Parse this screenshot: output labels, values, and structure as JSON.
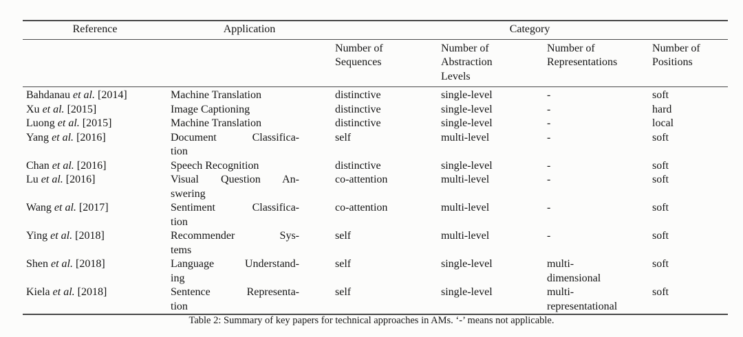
{
  "table": {
    "columns": {
      "reference": "Reference",
      "application": "Application",
      "category": "Category",
      "category_subcolumns": [
        "Number of\nSequences",
        "Number of\nAbstraction\nLevels",
        "Number of\nRepresentations",
        "Number of\nPositions"
      ]
    },
    "rows": [
      {
        "author": "Bahdanau",
        "etal": "et al.",
        "cite": "[2014]",
        "application": "Machine Translation",
        "num_sequences": "distinctive",
        "num_abstraction_levels": "single-level",
        "num_representations": "-",
        "num_positions": "soft"
      },
      {
        "author": "Xu",
        "etal": "et al.",
        "cite": "[2015]",
        "application": "Image Captioning",
        "num_sequences": "distinctive",
        "num_abstraction_levels": "single-level",
        "num_representations": "-",
        "num_positions": "hard"
      },
      {
        "author": "Luong",
        "etal": "et al.",
        "cite": "[2015]",
        "application": "Machine Translation",
        "num_sequences": "distinctive",
        "num_abstraction_levels": "single-level",
        "num_representations": "-",
        "num_positions": "local"
      },
      {
        "author": "Yang",
        "etal": "et al.",
        "cite": "[2016]",
        "application": "Document Classifica-\ntion",
        "num_sequences": "self",
        "num_abstraction_levels": "multi-level",
        "num_representations": "-",
        "num_positions": "soft"
      },
      {
        "author": "Chan",
        "etal": "et al.",
        "cite": "[2016]",
        "application": "Speech Recognition",
        "num_sequences": "distinctive",
        "num_abstraction_levels": "single-level",
        "num_representations": "-",
        "num_positions": "soft"
      },
      {
        "author": "Lu",
        "etal": "et al.",
        "cite": "[2016]",
        "application": "Visual Question An-\nswering",
        "num_sequences": "co-attention",
        "num_abstraction_levels": "multi-level",
        "num_representations": "-",
        "num_positions": "soft"
      },
      {
        "author": "Wang",
        "etal": "et al.",
        "cite": "[2017]",
        "application": "Sentiment Classifica-\ntion",
        "num_sequences": "co-attention",
        "num_abstraction_levels": "multi-level",
        "num_representations": "-",
        "num_positions": "soft"
      },
      {
        "author": "Ying",
        "etal": "et al.",
        "cite": "[2018]",
        "application": "Recommender Sys-\ntems",
        "num_sequences": "self",
        "num_abstraction_levels": "multi-level",
        "num_representations": "-",
        "num_positions": "soft"
      },
      {
        "author": "Shen",
        "etal": "et al.",
        "cite": "[2018]",
        "application": "Language Understand-\ning",
        "num_sequences": "self",
        "num_abstraction_levels": "single-level",
        "num_representations": "multi-\ndimensional",
        "num_positions": "soft"
      },
      {
        "author": "Kiela",
        "etal": "et al.",
        "cite": "[2018]",
        "application": "Sentence Representa-\ntion",
        "num_sequences": "self",
        "num_abstraction_levels": "single-level",
        "num_representations": "multi-\nrepresentational",
        "num_positions": "soft"
      }
    ],
    "caption": "Table 2: Summary of key papers for technical approaches in AMs. ‘-’ means not applicable."
  }
}
